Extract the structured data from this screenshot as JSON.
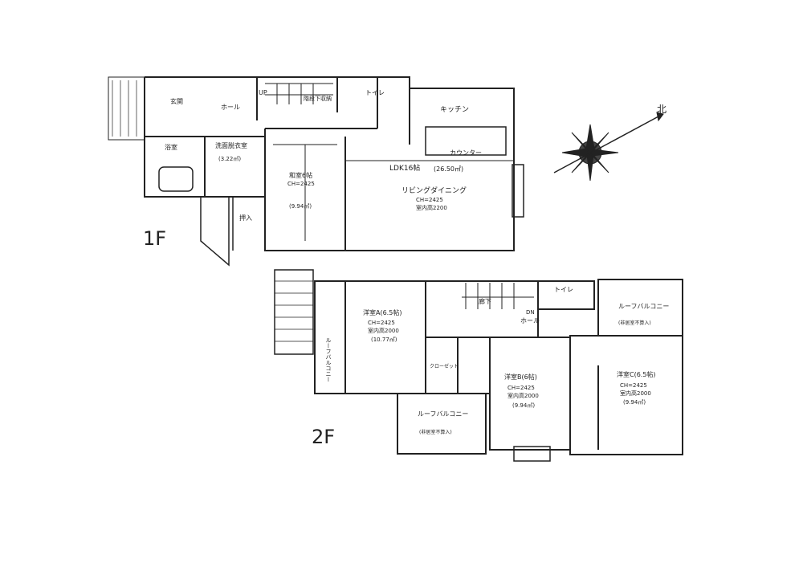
{
  "floors": {
    "first": {
      "label": "1F",
      "rooms": {
        "entrance": "玄関",
        "hall": "ホール",
        "stairs_up": "UP",
        "storage_under_stairs": "階段下収納",
        "toilet": "トイレ",
        "kitchen": "キッチン",
        "counter": "カウンター",
        "bath": "浴室",
        "washroom": "洗面脱衣室",
        "washroom_area": "(3.22㎡)",
        "japanese_room": "和室6帖",
        "japanese_ch": "CH=2425",
        "japanese_area": "(9.94㎡)",
        "closet": "押入",
        "ldk": "LDK16帖",
        "ldk_area": "(26.50㎡)",
        "living_dining": "リビングダイニング",
        "ldk_ch": "CH=2425",
        "ldk_ceiling": "室内高2200"
      }
    },
    "second": {
      "label": "2F",
      "rooms": {
        "room_a": "洋室A(6.5帖)",
        "room_a_ch": "CH=2425",
        "room_a_ceiling": "室内高2000",
        "room_a_area": "(10.77㎡)",
        "room_b": "洋室B(6帖)",
        "room_b_ch": "CH=2425",
        "room_b_ceiling": "室内高2000",
        "room_b_area": "(9.94㎡)",
        "room_c": "洋室C(6.5帖)",
        "room_c_ch": "CH=2425",
        "room_c_ceiling": "室内高2000",
        "room_c_area": "(9.94㎡)",
        "hall": "ホール",
        "stairs_dn": "DN",
        "corridor": "廊下",
        "toilet": "トイレ",
        "closet": "クローゼット",
        "roof_balcony_1": "ルーフバルコニー",
        "roof_balcony_2": "ルーフバルコニー",
        "roof_balcony_left": "ルーフバルコニー",
        "balcony_note": "(非居室不算入)"
      }
    }
  },
  "compass": {
    "north_label": "北"
  }
}
